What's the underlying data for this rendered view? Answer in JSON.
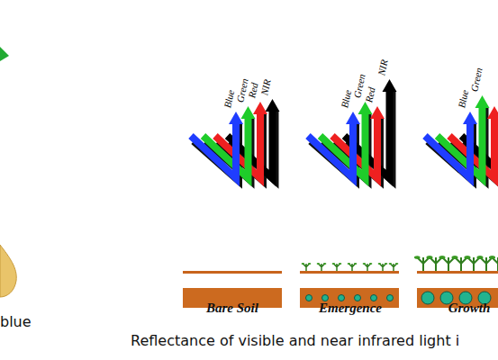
{
  "diagram": {
    "caption": "Reflectance of visible and near infrared light i",
    "labels": [
      "Blue",
      "Green",
      "Red",
      "NIR",
      "Blue",
      "Green",
      "Red",
      "NIR",
      "Blue",
      "Green",
      "Bare Soil",
      "Emergence",
      "Growth",
      "blue"
    ]
  }
}
